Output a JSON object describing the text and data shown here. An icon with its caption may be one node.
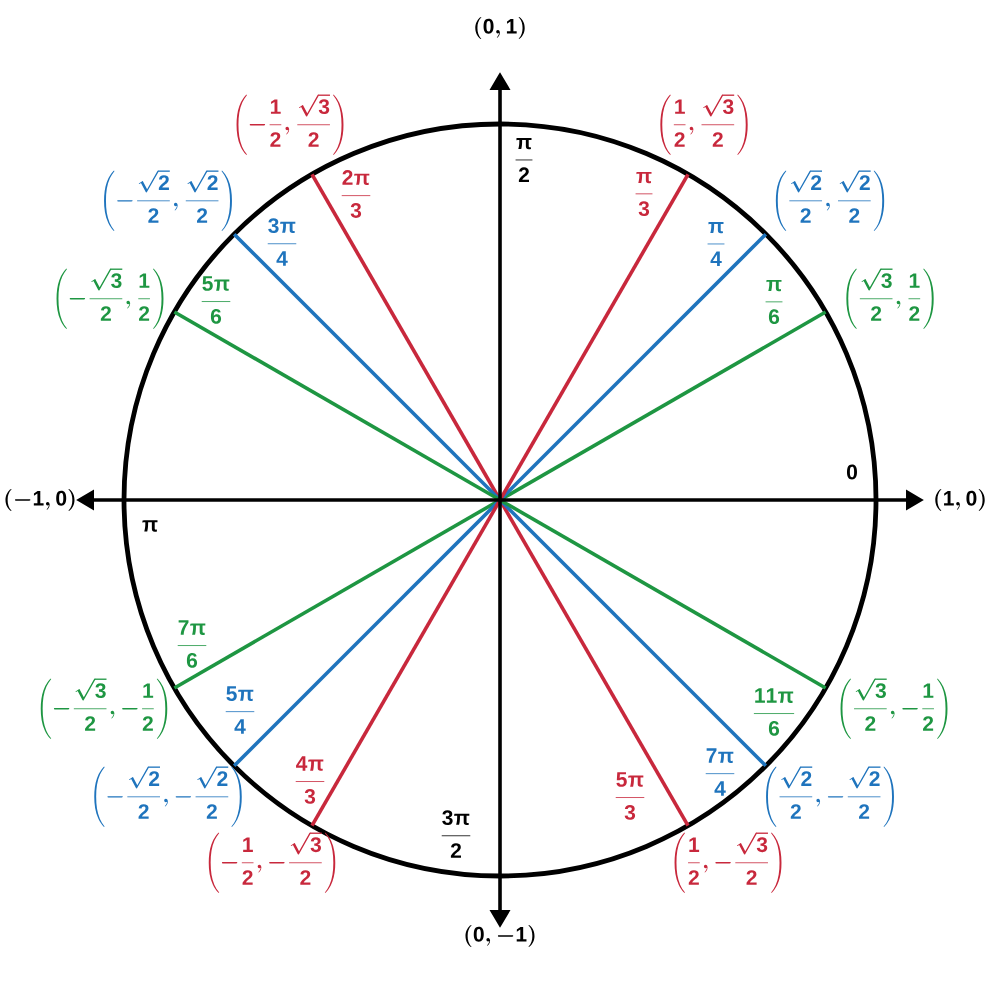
{
  "diagram": {
    "labels": [
      "(0,1)",
      "\\left(-\\frac{1}{2},\\frac{\\sqrt{3}}{2}\\right)",
      "\\left(\\frac{1}{2},\\frac{\\sqrt{3}}{2}\\right)",
      "\\frac{\\pi}{2}",
      "\\frac{2\\pi}{3}",
      "\\frac{\\pi}{3}",
      "\\left(-\\frac{\\sqrt{2}}{2},\\frac{\\sqrt{2}}{2}\\right)",
      "\\left(\\frac{\\sqrt{2}}{2},\\frac{\\sqrt{2}}{2}\\right)",
      "\\frac{3\\pi}{4}",
      "\\frac{\\pi}{4}",
      "\\left(-\\frac{\\sqrt{3}}{2},\\frac{1}{2}\\right)",
      "\\frac{5\\pi}{6}",
      "\\frac{\\pi}{6}",
      "\\left(\\frac{\\sqrt{3}}{2},\\frac{1}{2}\\right)",
      "0",
      "(-1,0)",
      "(1,0)",
      "\\pi",
      "\\frac{7\\pi}{6}",
      "\\left(-\\frac{\\sqrt{3}}{2},-\\frac{1}{2}\\right)",
      "\\frac{5\\pi}{4}",
      "\\frac{11\\pi}{6}",
      "\\left(\\frac{\\sqrt{3}}{2},-\\frac{1}{2}\\right)",
      "\\left(-\\frac{\\sqrt{2}}{2},-\\frac{\\sqrt{2}}{2}\\right)",
      "\\frac{4\\pi}{3}",
      "\\frac{5\\pi}{3}",
      "\\frac{7\\pi}{4}",
      "\\left(\\frac{\\sqrt{2}}{2},-\\frac{\\sqrt{2}}{2}\\right)",
      "\\frac{3\\pi}{2}",
      "\\left(-\\frac{1}{2},-\\frac{\\sqrt{3}}{2}\\right)",
      "\\left(\\frac{1}{2},-\\frac{\\sqrt{3}}{2}\\right)",
      "(0,-1)"
    ]
  }
}
